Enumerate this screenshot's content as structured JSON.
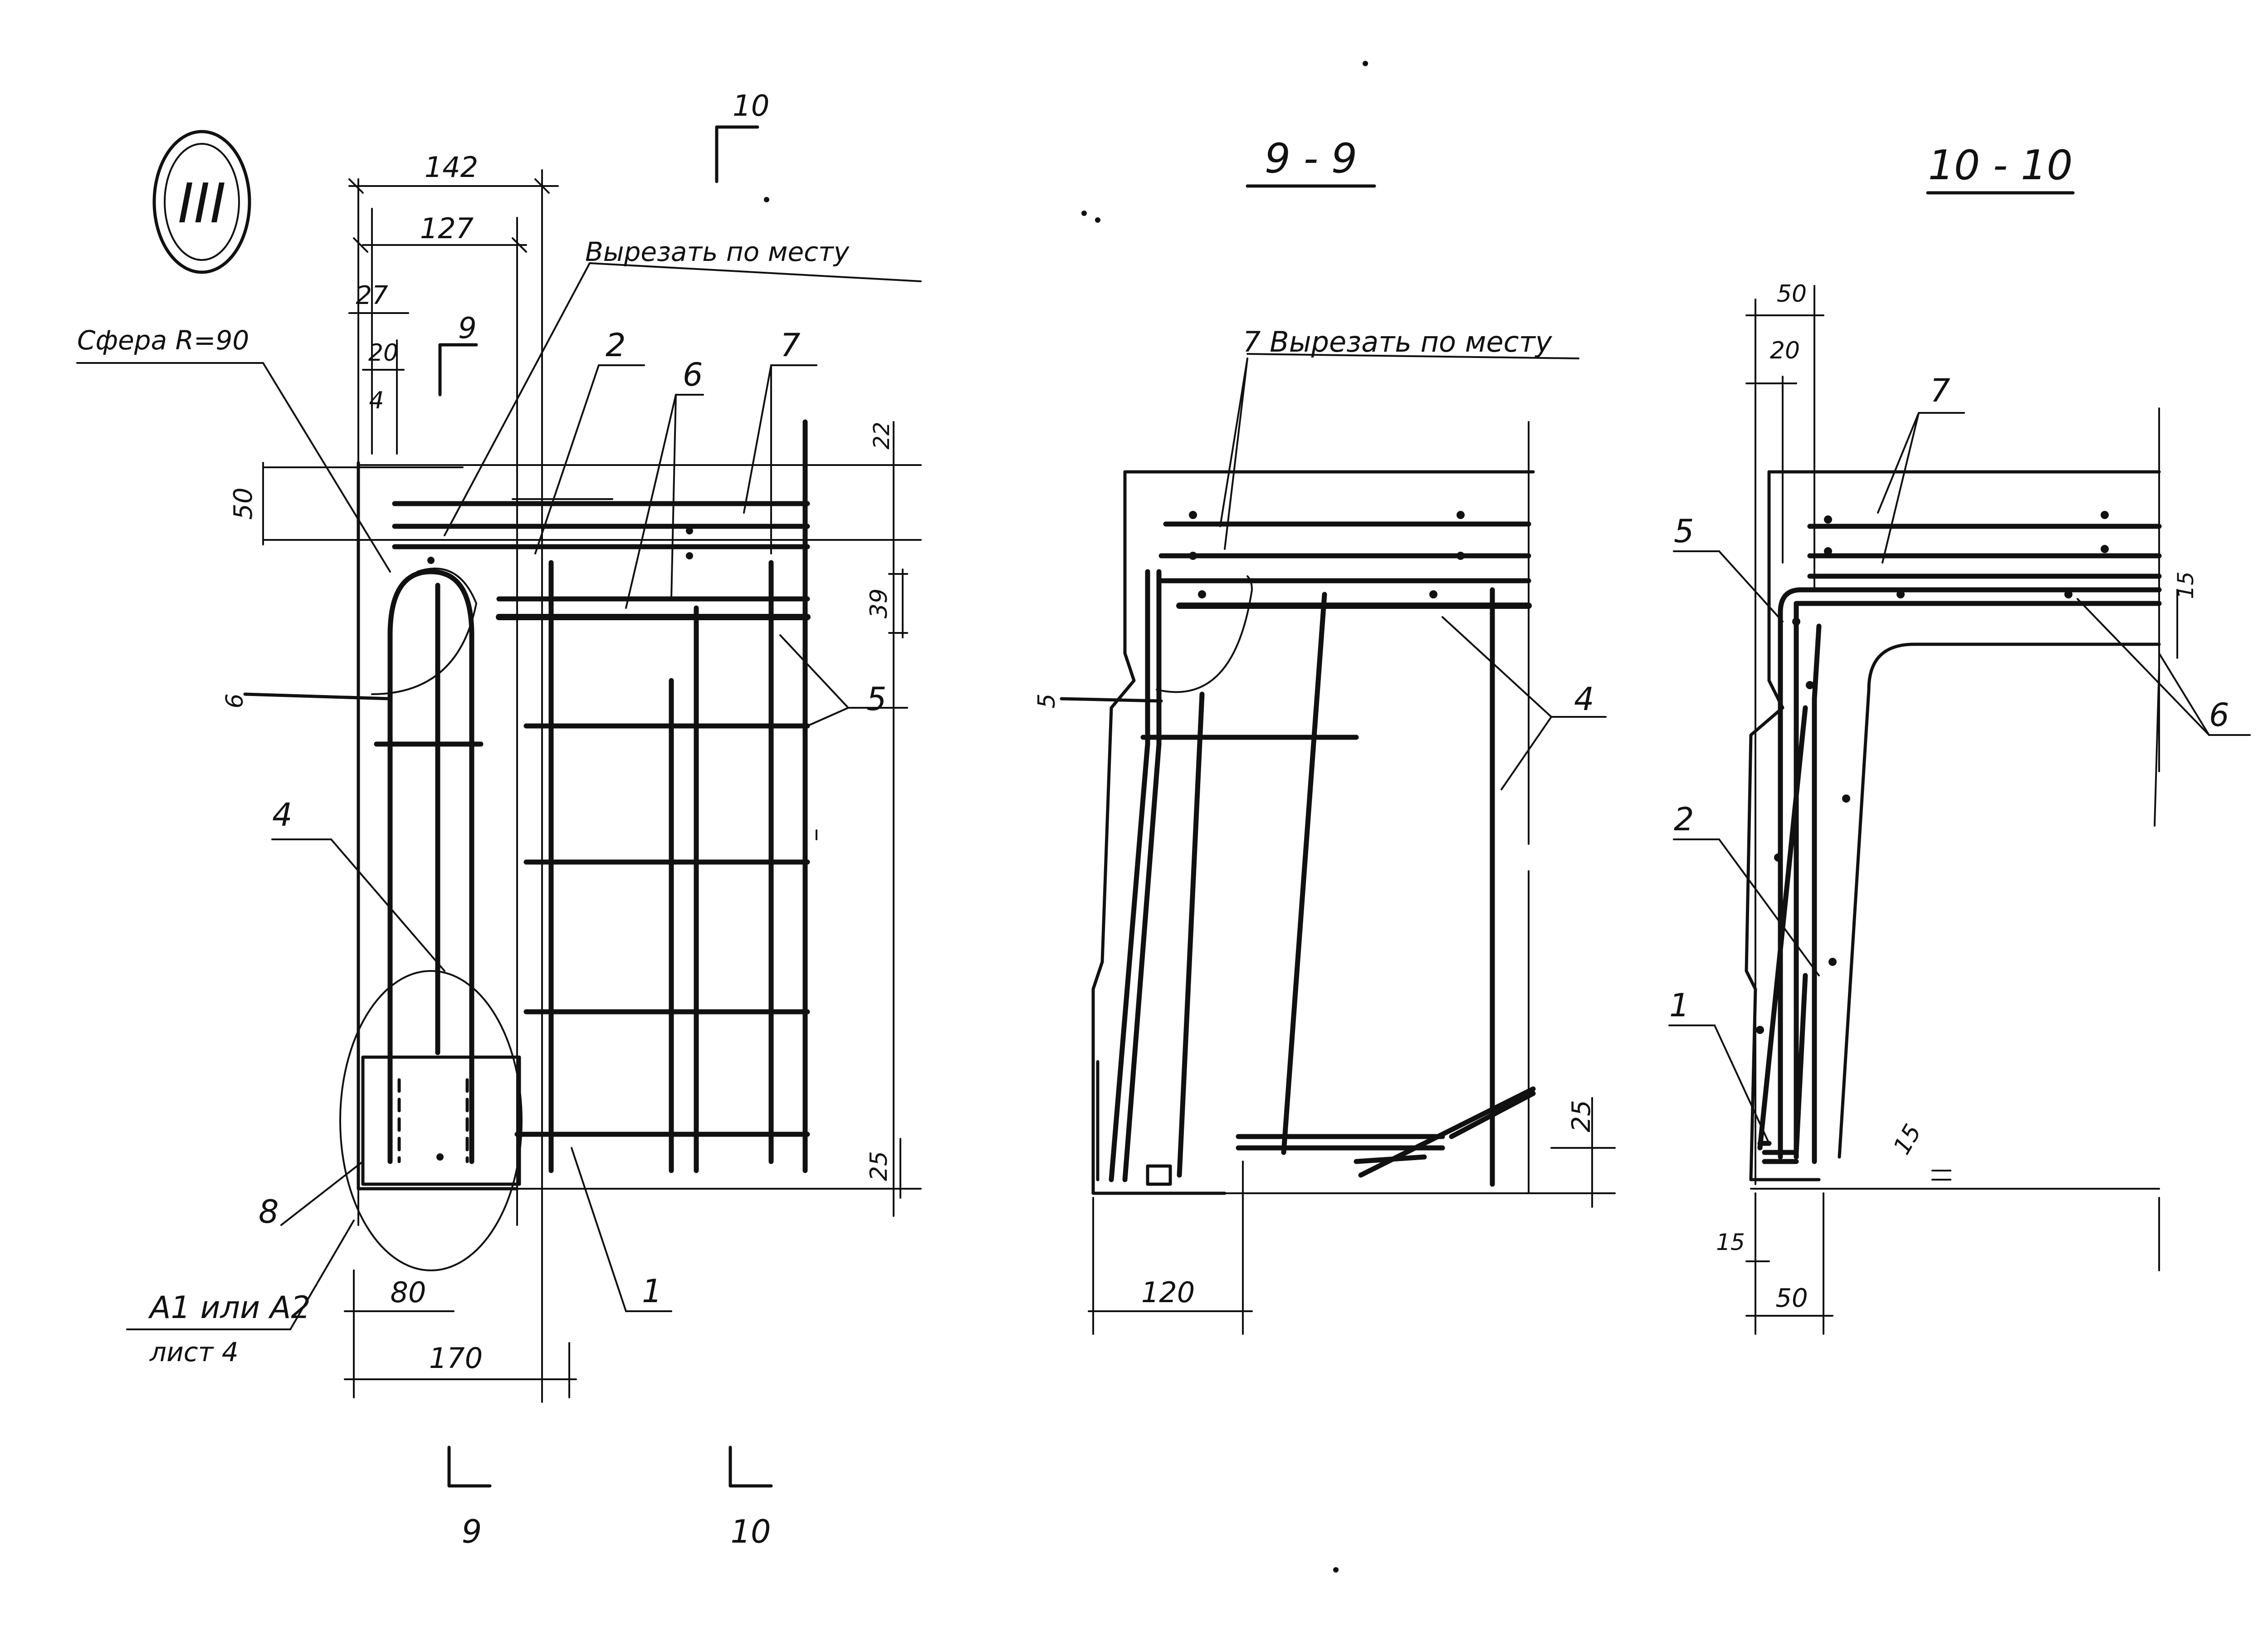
{
  "detail_marker": "III",
  "labels": {
    "cut_on_site": "Вырезать по месту",
    "cut_on_site_9": "7 Вырезать по месту",
    "sphere": "Сфера R=90",
    "ref_a1a2": "А1 или А2",
    "ref_sheet": "лист 4"
  },
  "section_marks": {
    "s9": "9",
    "s10": "10"
  },
  "section_titles": {
    "sec9": "9 - 9",
    "sec10": "10 - 10"
  },
  "dims_main": {
    "d142": "142",
    "d127": "127",
    "d27": "27",
    "d20": "20",
    "d4": "4",
    "d50": "50",
    "d22": "22",
    "d39": "39",
    "d6": "6",
    "d25": "25",
    "d80": "80",
    "d170": "170"
  },
  "dims_sec9": {
    "d5": "5",
    "d25": "25",
    "d120": "120"
  },
  "dims_sec10": {
    "d50": "50",
    "d20": "20",
    "d15a": "15",
    "d15b": "15",
    "d15c": "15",
    "d50b": "50"
  },
  "pos": {
    "p1": "1",
    "p2": "2",
    "p4": "4",
    "p5": "5",
    "p6": "6",
    "p7": "7",
    "p8": "8"
  }
}
